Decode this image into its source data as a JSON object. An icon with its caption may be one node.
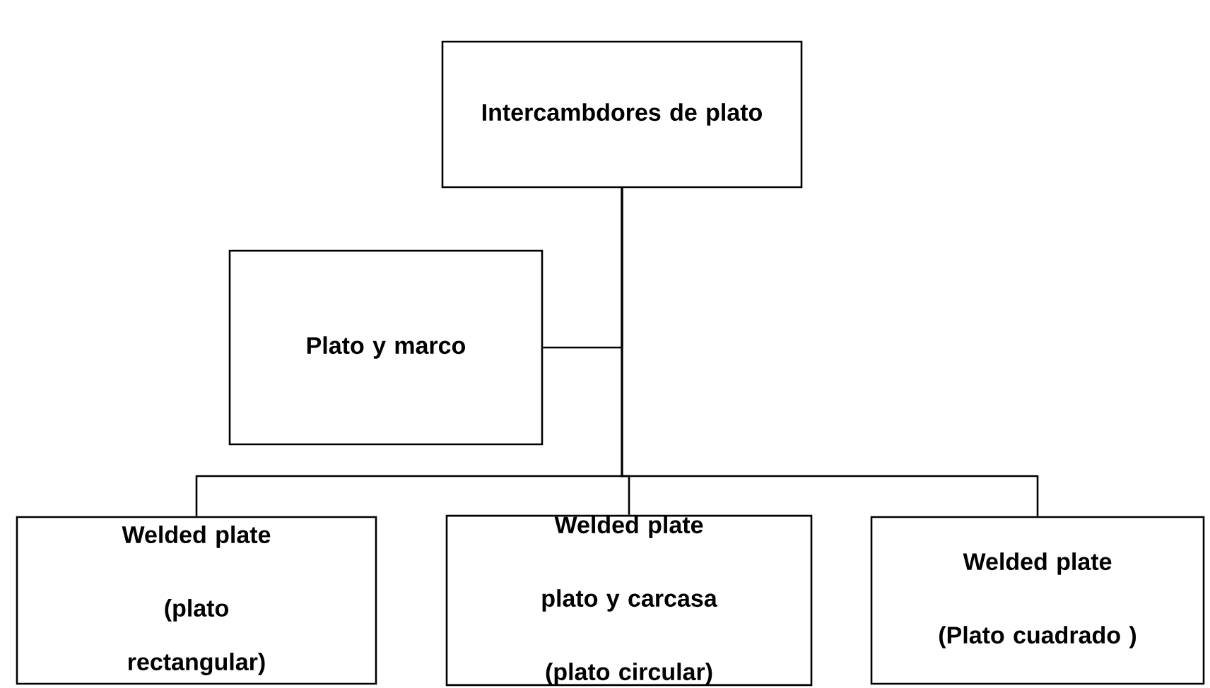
{
  "diagram": {
    "nodes": [
      {
        "text": [
          "Intercambdores de plato"
        ]
      },
      {
        "text": [
          "Plato y marco"
        ]
      },
      {
        "text": [
          "Welded plate",
          "(plato rectangular)"
        ]
      },
      {
        "text": [
          "Welded plate",
          "plato y carcasa",
          "(plato circular)"
        ]
      },
      {
        "text": [
          "Welded plate",
          "(Plato cuadrado )"
        ]
      }
    ],
    "edges": [
      {
        "from": 0,
        "to": 1,
        "arrow": "none"
      },
      {
        "from": 0,
        "to": 2,
        "arrow": "none"
      },
      {
        "from": 0,
        "to": 3,
        "arrow": "none"
      },
      {
        "from": 0,
        "to": 4,
        "arrow": "none"
      }
    ]
  }
}
